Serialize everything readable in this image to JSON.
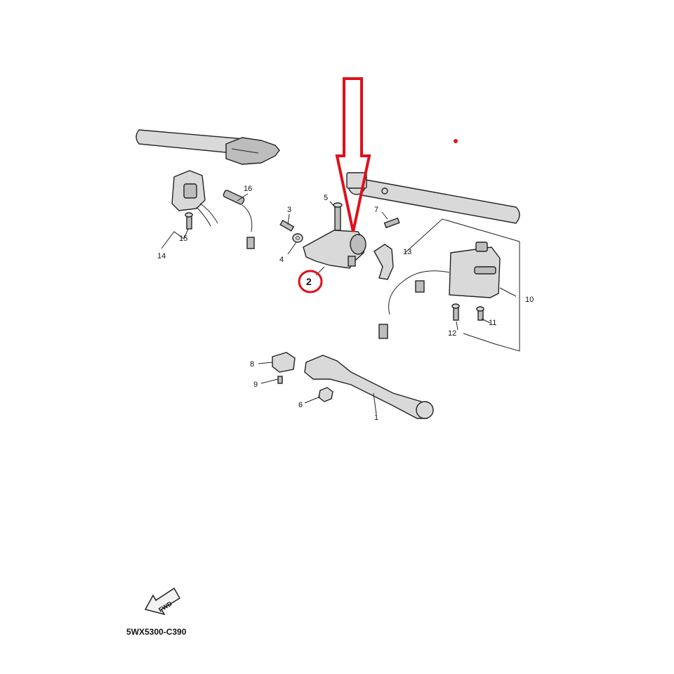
{
  "diagram": {
    "part_code": "5WX5300-C390",
    "fwd_label": "FWD",
    "highlighted_callout": "2",
    "callouts": {
      "c1": "1",
      "c2": "2",
      "c3": "3",
      "c4": "4",
      "c5": "5",
      "c6": "6",
      "c7": "7",
      "c8": "8",
      "c9": "9",
      "c10": "10",
      "c11": "11",
      "c12": "12",
      "c13": "13",
      "c14": "14",
      "c15": "15",
      "c16": "16"
    },
    "colors": {
      "highlight": "#e0101a",
      "line": "#222222",
      "part_fill": "#d9d9d9"
    }
  }
}
